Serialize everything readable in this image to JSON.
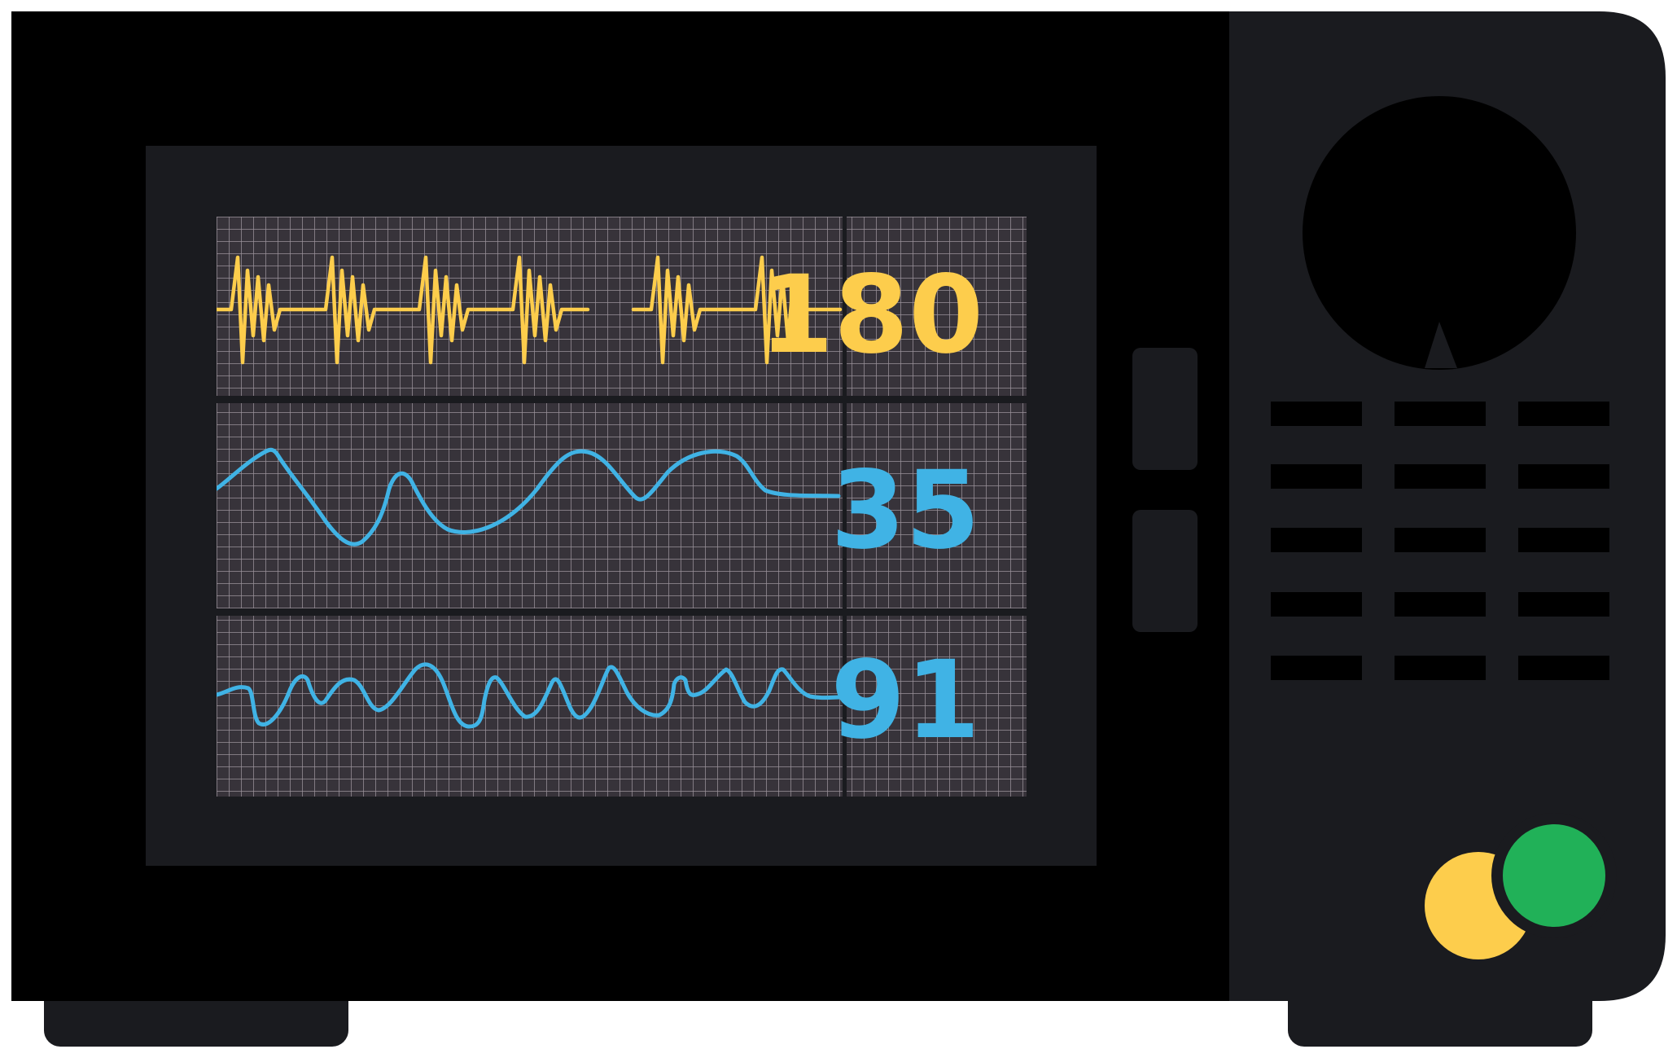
{
  "colors": {
    "background": "#ffffff",
    "body": "#000000",
    "panel": "#1a1b1f",
    "screen": "#37333a",
    "grid_line": "#9a919a",
    "divider": "#1a1b1f",
    "trace_yellow": "#fdcd4c",
    "trace_blue": "#40b3e5",
    "led_yellow": "#fdcd4c",
    "led_green": "#21b158"
  },
  "channels": [
    {
      "id": "ecg",
      "value": "180",
      "color": "#fdcd4c"
    },
    {
      "id": "resp",
      "value": "35",
      "color": "#40b3e5"
    },
    {
      "id": "spo2",
      "value": "91",
      "color": "#40b3e5"
    }
  ],
  "icons": {
    "knob": "dial-knob-icon",
    "speaker": "speaker-grille-icon",
    "led_yellow": "yellow-indicator-light",
    "led_green": "green-indicator-light"
  }
}
